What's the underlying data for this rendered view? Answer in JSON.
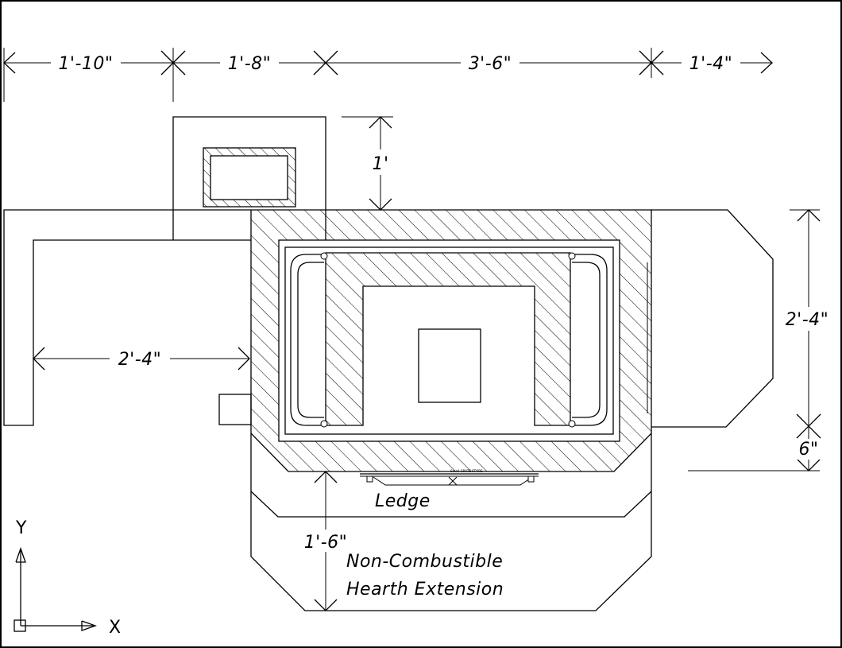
{
  "dimensions": {
    "top_1": "1'-10\"",
    "top_2": "1'-8\"",
    "top_3": "3'-6\"",
    "top_4": "1'-4\"",
    "chimney_gap": "1'",
    "left_clearance": "2'-4\"",
    "right_height": "2'-4\"",
    "right_small": "6\"",
    "hearth_depth": "1'-6\""
  },
  "labels": {
    "ledge": "Ledge",
    "hearth_line1": "Non-Combustible",
    "hearth_line2": "Hearth Extension",
    "small_plate_text": "Small-GRATE STORE"
  },
  "ucs": {
    "y_axis": "Y",
    "x_axis": "X"
  }
}
